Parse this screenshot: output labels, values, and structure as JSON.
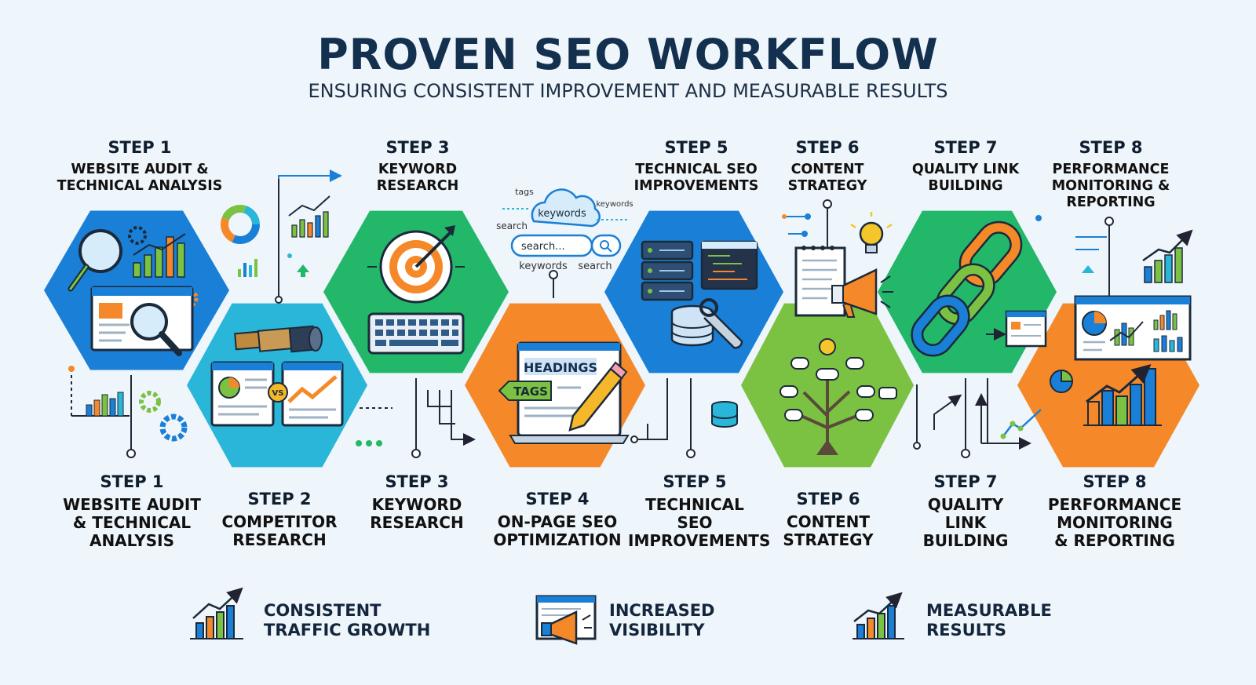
{
  "header": {
    "title": "PROVEN SEO WORKFLOW",
    "subtitle": "ENSURING CONSISTENT IMPROVEMENT AND MEASURABLE RESULTS"
  },
  "top_steps": [
    {
      "step": "STEP 1",
      "title": "WEBSITE AUDIT &\nTECHNICAL ANALYSIS"
    },
    {
      "step": "STEP 3",
      "title": "KEYWORD\nRESEARCH"
    },
    {
      "step": "STEP 5",
      "title": "TECHNICAL SEO\nIMPROVEMENTS"
    },
    {
      "step": "STEP 6",
      "title": "CONTENT\nSTRATEGY"
    },
    {
      "step": "STEP 7",
      "title": "QUALITY LINK\nBUILDING"
    },
    {
      "step": "STEP 8",
      "title": "PERFORMANCE\nMONITORING &\nREPORTING"
    }
  ],
  "bottom_steps": [
    {
      "step": "STEP 1",
      "title": "WEBSITE AUDIT\n& TECHNICAL\nANALYSIS"
    },
    {
      "step": "STEP 2",
      "title": "COMPETITOR\nRESEARCH"
    },
    {
      "step": "STEP 3",
      "title": "KEYWORD\nRESEARCH"
    },
    {
      "step": "STEP 4",
      "title": "ON-PAGE SEO\nOPTIMIZATION"
    },
    {
      "step": "STEP 5",
      "title": "TECHNICAL\nSEO\nIMPROVEMENTS"
    },
    {
      "step": "STEP 6",
      "title": "CONTENT\nSTRATEGY"
    },
    {
      "step": "STEP 7",
      "title": "QUALITY\nLINK\nBUILDING"
    },
    {
      "step": "STEP 8",
      "title": "PERFORMANCE\nMONITORING\n& REPORTING"
    }
  ],
  "icon_labels": {
    "cloud_keywords": "keywords",
    "tags": "tags",
    "keywords_small": "keywords",
    "search_small": "search",
    "search_bar": "search...",
    "keywords_under": "keywords",
    "search_under": "search",
    "headings": "HEADINGS",
    "tags_label": "TAGS",
    "vs": "VS"
  },
  "benefits": [
    {
      "label": "CONSISTENT\nTRAFFIC GROWTH",
      "icon": "bar-growth-icon"
    },
    {
      "label": "INCREASED\nVISIBILITY",
      "icon": "megaphone-icon"
    },
    {
      "label": "MEASURABLE\nRESULTS",
      "icon": "bar-growth-icon"
    }
  ],
  "colors": {
    "blue": "#1a7fd6",
    "teal": "#29b6d9",
    "green": "#23b76a",
    "orange": "#f5892a",
    "lime": "#7cc242",
    "navy": "#14304f"
  }
}
